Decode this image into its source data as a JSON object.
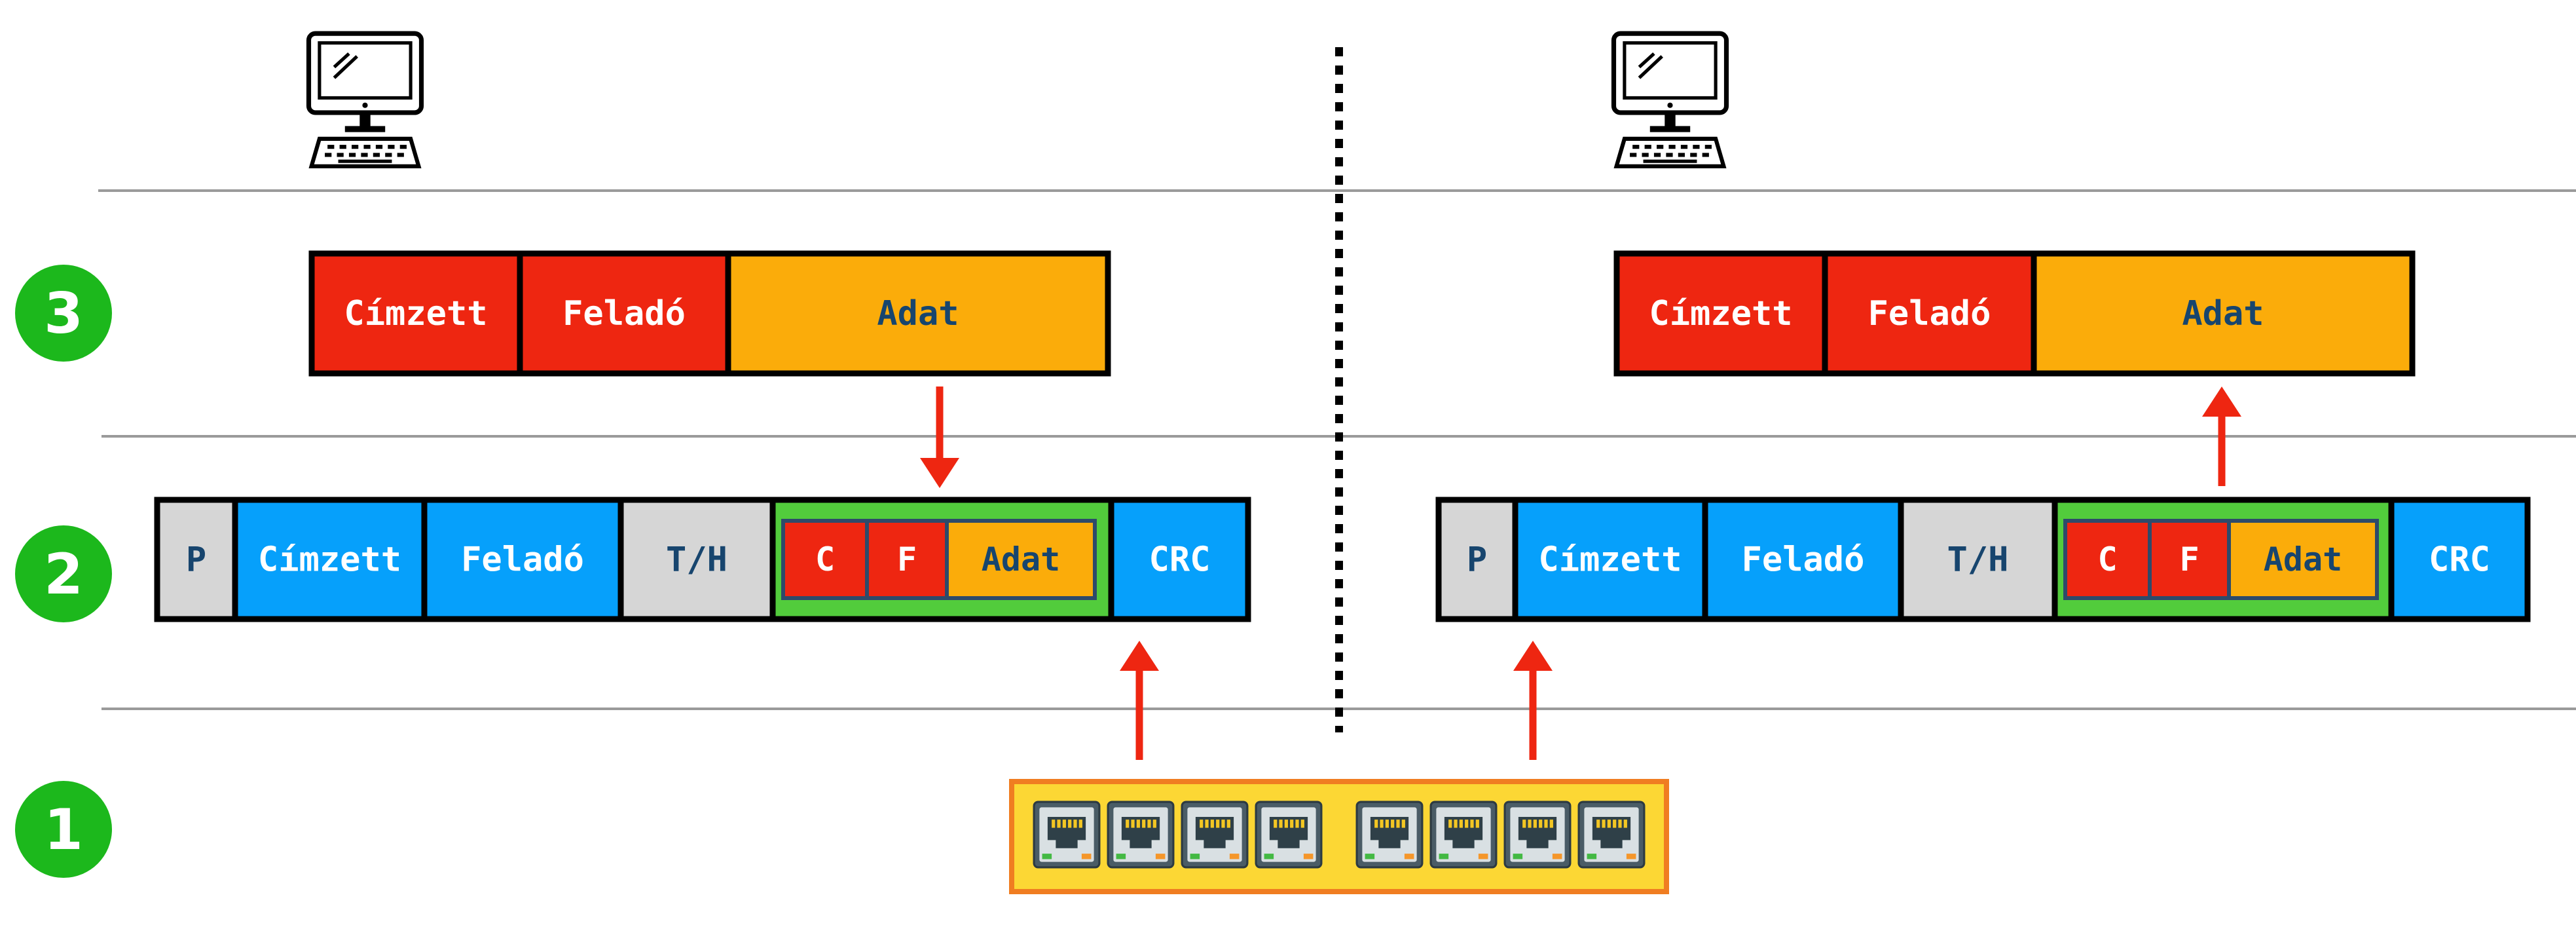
{
  "layers": [
    {
      "num": "3"
    },
    {
      "num": "2"
    },
    {
      "num": "1"
    }
  ],
  "hosts": [
    {
      "name": "left",
      "icon": "computer-icon",
      "packet_l3": [
        {
          "label": "Címzett",
          "color": "#ee2611"
        },
        {
          "label": "Feladó",
          "color": "#ee2611"
        },
        {
          "label": "Adat",
          "color": "#fbac0a"
        }
      ],
      "frame_l2": {
        "fields": [
          {
            "label": "P",
            "color": "#d6d6d6"
          },
          {
            "label": "Címzett",
            "color": "#06a0fb"
          },
          {
            "label": "Feladó",
            "color": "#06a0fb"
          },
          {
            "label": "T/H",
            "color": "#d6d6d6"
          }
        ],
        "payload": [
          {
            "label": "C",
            "color": "#ee2611"
          },
          {
            "label": "F",
            "color": "#ee2611"
          },
          {
            "label": "Adat",
            "color": "#fbac0a"
          }
        ],
        "trailer": {
          "label": "CRC",
          "color": "#06a0fb"
        }
      }
    },
    {
      "name": "right",
      "icon": "computer-icon",
      "packet_l3": [
        {
          "label": "Címzett",
          "color": "#ee2611"
        },
        {
          "label": "Feladó",
          "color": "#ee2611"
        },
        {
          "label": "Adat",
          "color": "#fbac0a"
        }
      ],
      "frame_l2": {
        "fields": [
          {
            "label": "P",
            "color": "#d6d6d6"
          },
          {
            "label": "Címzett",
            "color": "#06a0fb"
          },
          {
            "label": "Feladó",
            "color": "#06a0fb"
          },
          {
            "label": "T/H",
            "color": "#d6d6d6"
          }
        ],
        "payload": [
          {
            "label": "C",
            "color": "#ee2611"
          },
          {
            "label": "F",
            "color": "#ee2611"
          },
          {
            "label": "Adat",
            "color": "#fbac0a"
          }
        ],
        "trailer": {
          "label": "CRC",
          "color": "#06a0fb"
        }
      }
    }
  ],
  "switch": {
    "icon": "network-switch-icon",
    "port_count": 8
  },
  "colors": {
    "layer_badge": "#1cb81c",
    "arrow": "#ee2611",
    "payload_border": "#52cc3c",
    "switch_fill": "#fcd734",
    "switch_border": "#f07d21",
    "label_white": "#ffffff",
    "label_navy": "#17456e"
  }
}
